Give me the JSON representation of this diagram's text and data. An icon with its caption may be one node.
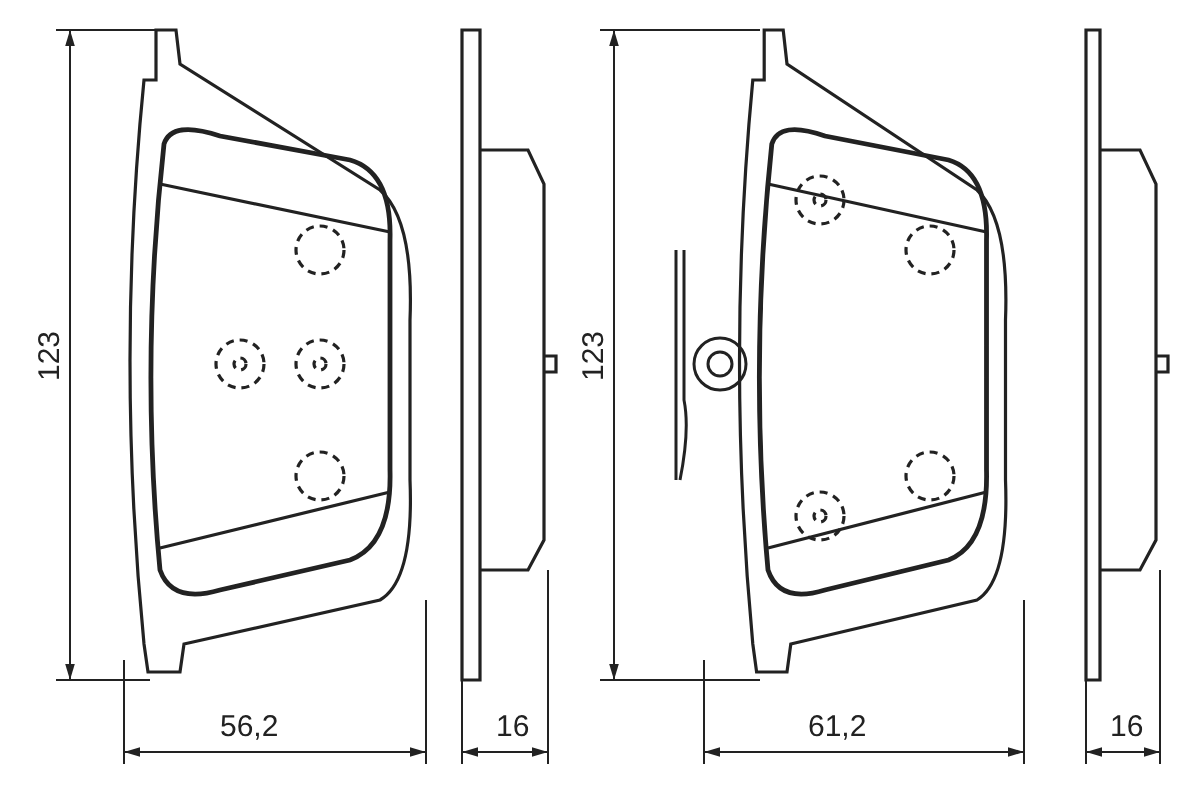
{
  "diagram": {
    "labels": [
      "123",
      "123",
      "56,2",
      "16",
      "61,2",
      "16"
    ]
  }
}
